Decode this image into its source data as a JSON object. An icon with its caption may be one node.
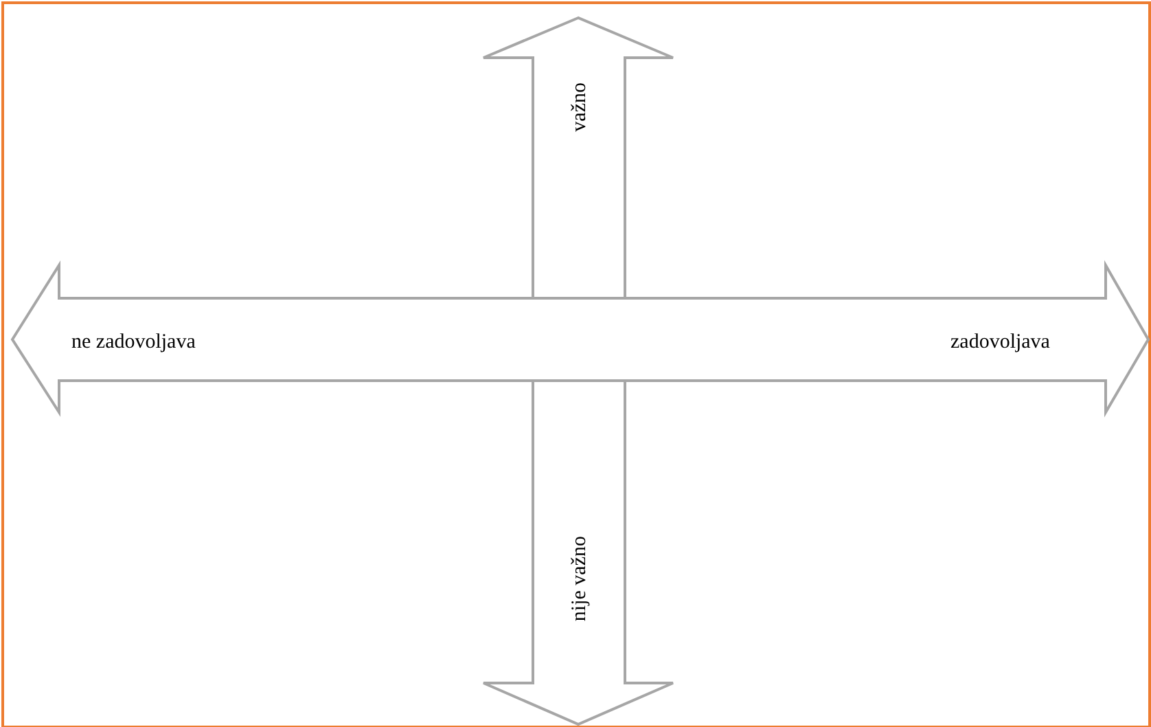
{
  "diagram": {
    "labels": [
      "važno",
      "ne zadovoljava",
      "zadovoljava",
      "nije važno"
    ]
  }
}
